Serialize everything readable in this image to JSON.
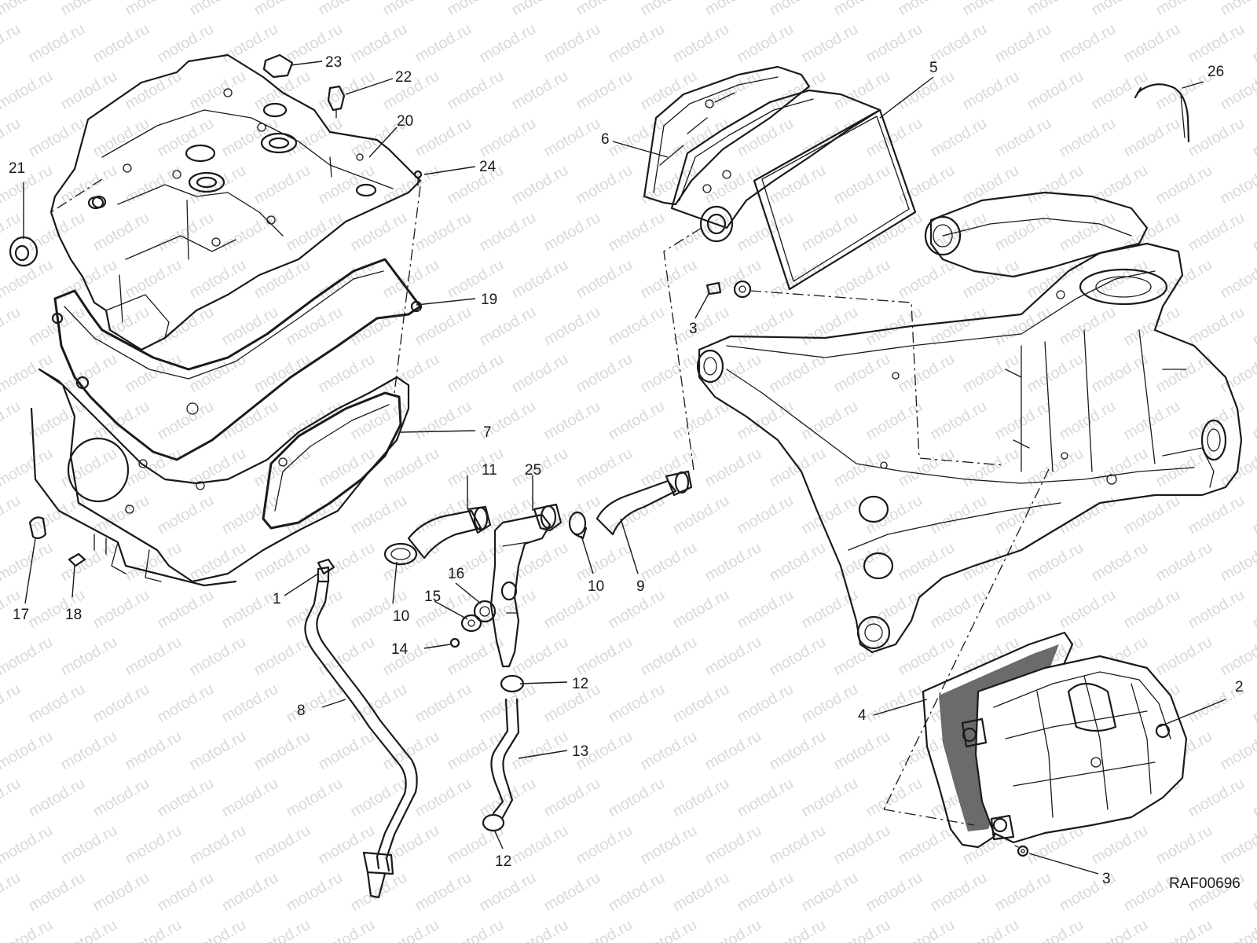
{
  "watermark": "motod.ru",
  "drawing_code": "RAF00696",
  "colors": {
    "line": "#1a1a1a",
    "watermark": "#d9d9d9",
    "background": "#ffffff"
  },
  "callouts": [
    "1",
    "2",
    "3",
    "3",
    "4",
    "5",
    "6",
    "7",
    "8",
    "9",
    "10",
    "10",
    "11",
    "12",
    "12",
    "13",
    "14",
    "15",
    "16",
    "17",
    "18",
    "19",
    "20",
    "21",
    "22",
    "23",
    "24",
    "25",
    "26"
  ]
}
